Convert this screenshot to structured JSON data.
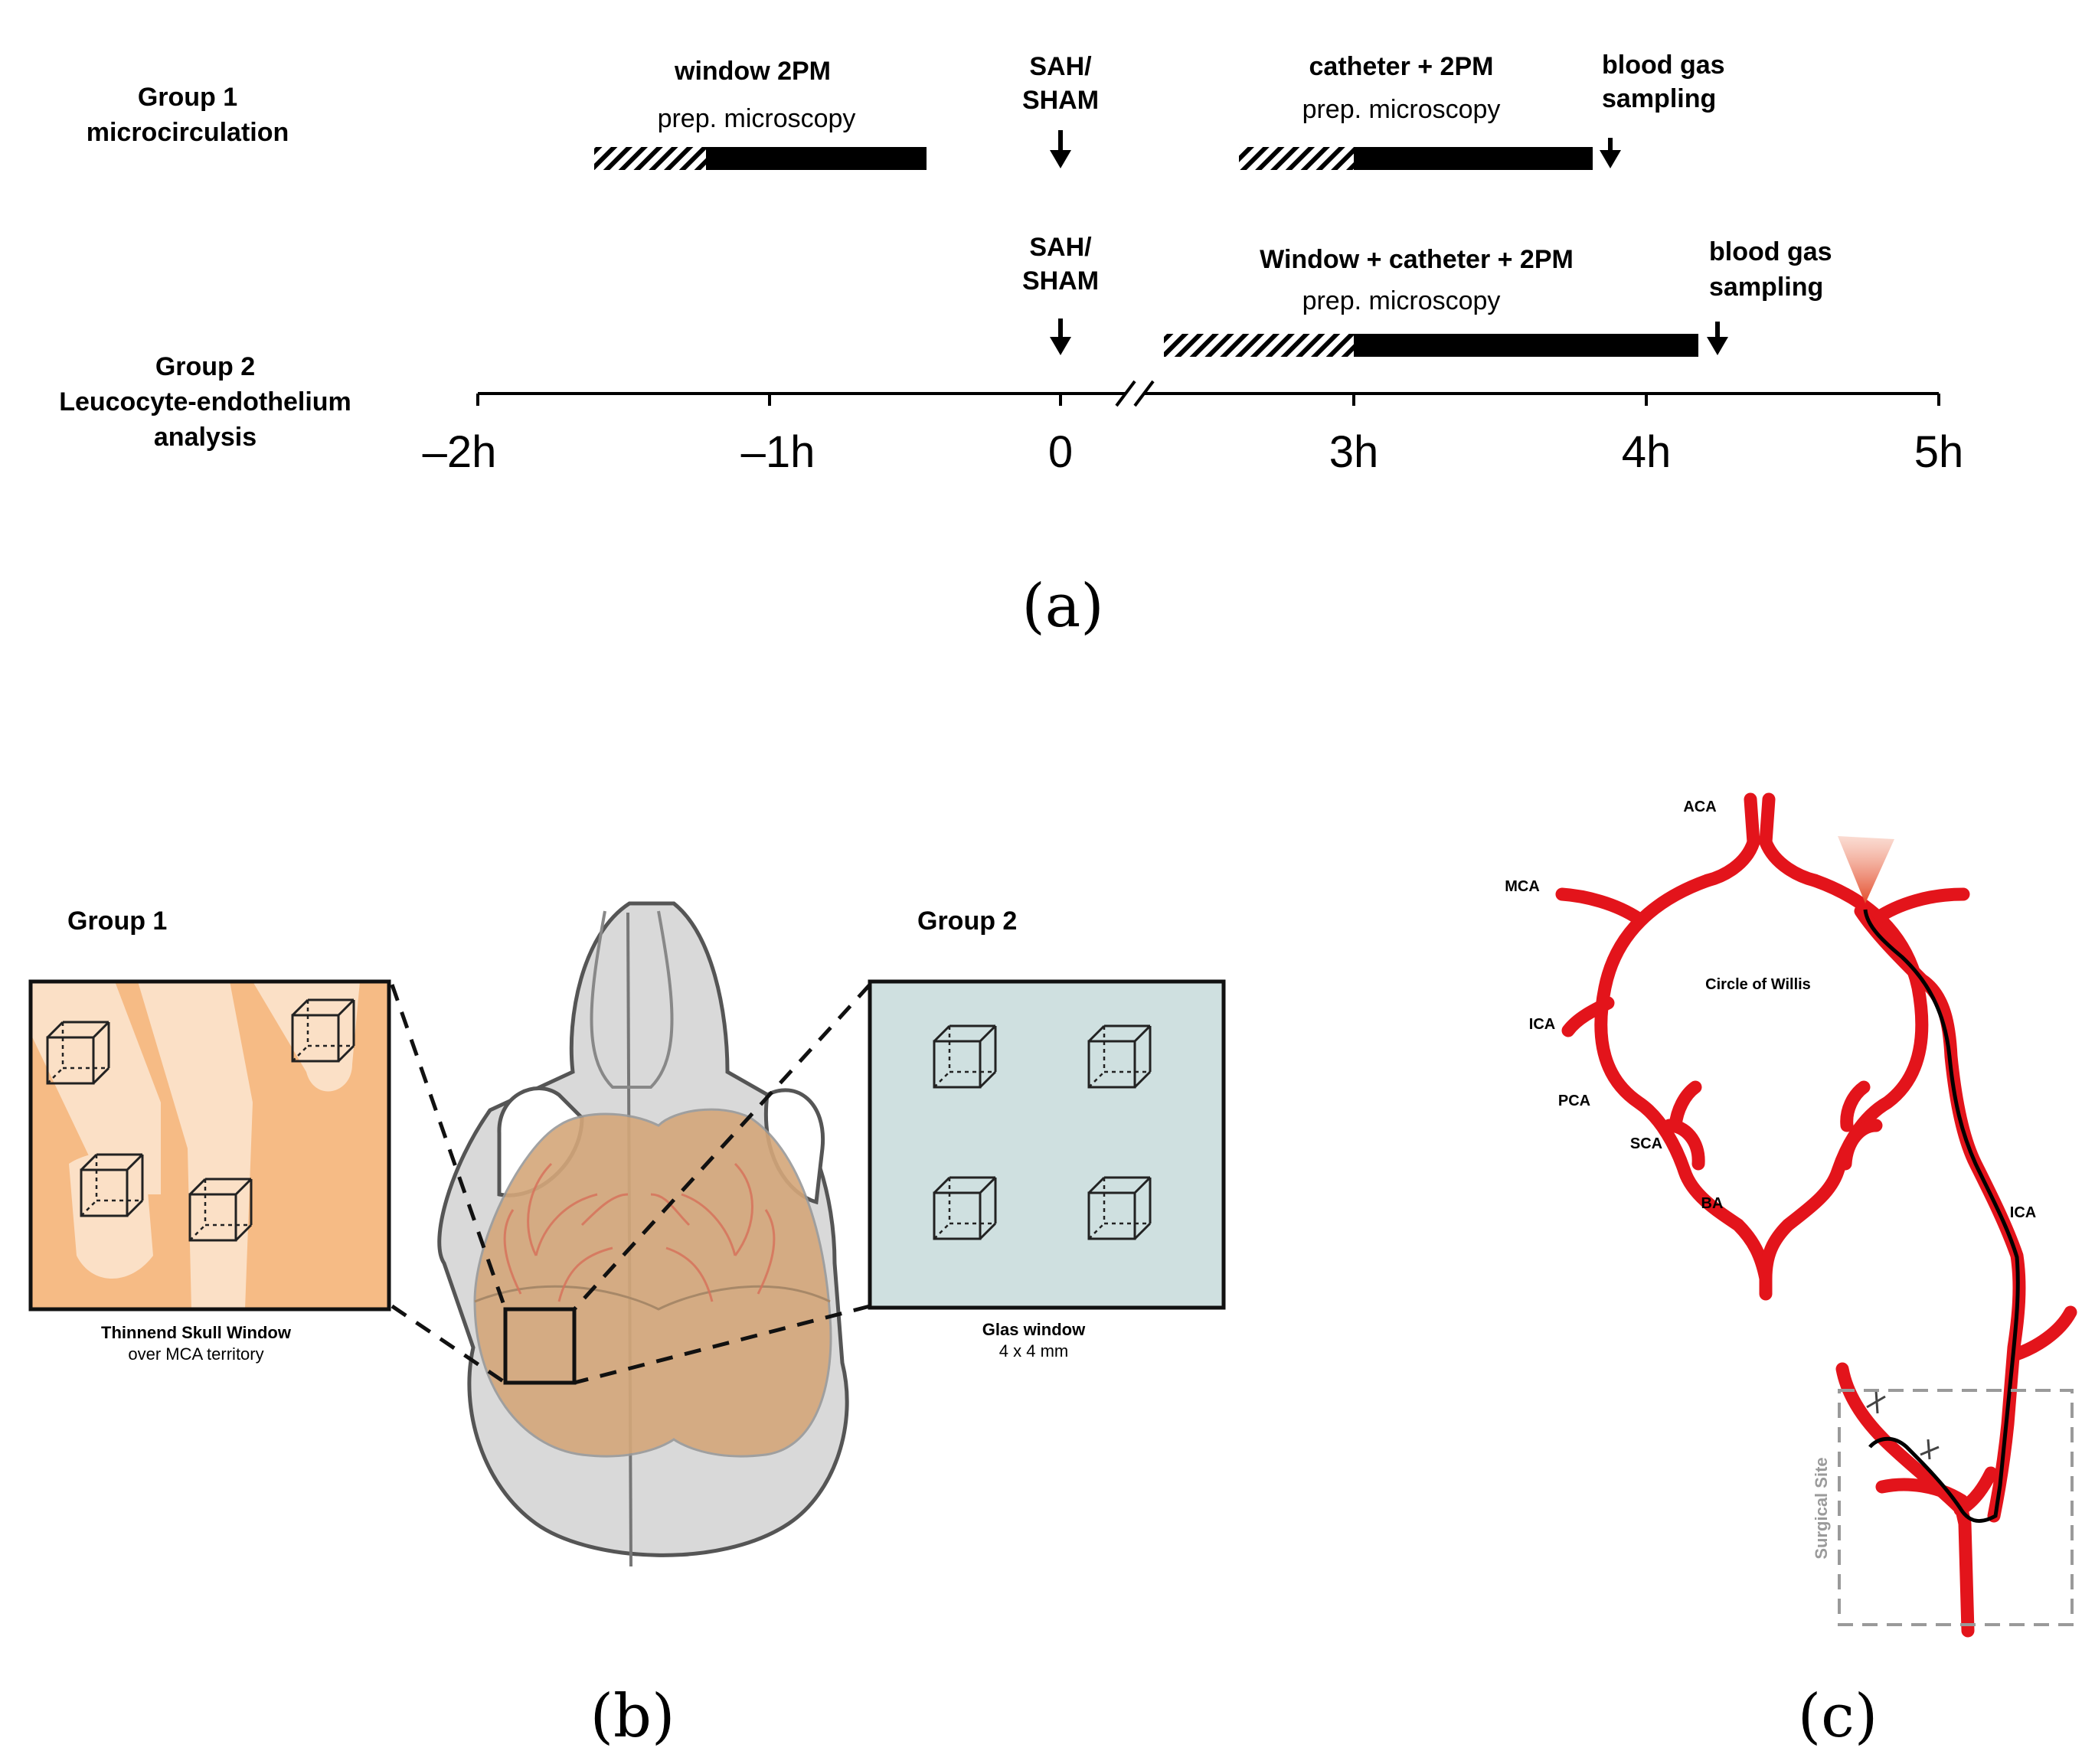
{
  "panel_a": {
    "group1_label": [
      "Group 1",
      "microcirculation"
    ],
    "group2_label": [
      "Group 2",
      "Leucocyte-endothelium",
      "analysis"
    ],
    "g1_window_title": "window 2PM",
    "g1_window_sub": "prep. microscopy",
    "g1_sah": [
      "SAH/",
      "SHAM"
    ],
    "g1_catheter_title": "catheter + 2PM",
    "g1_catheter_sub": "prep. microscopy",
    "g1_bloodgas": [
      "blood gas",
      "sampling"
    ],
    "g2_sah": [
      "SAH/",
      "SHAM"
    ],
    "g2_window_title": "Window + catheter + 2PM",
    "g2_window_sub": "prep. microscopy",
    "g2_bloodgas": [
      "blood gas",
      "sampling"
    ],
    "ticks": [
      "–2h",
      "–1h",
      "0",
      "3h",
      "4h",
      "5h"
    ],
    "caption": "(a)"
  },
  "panel_b": {
    "group1_title": "Group 1",
    "group2_title": "Group 2",
    "g1_caption": [
      "Thinnend Skull Window",
      "over MCA territory"
    ],
    "g2_caption": [
      "Glas window",
      "4 x 4 mm"
    ],
    "caption": "(b)",
    "colors": {
      "skull_window": "#f6bb85",
      "glass_window": "#cfe0e0",
      "brain": "#d4a77a",
      "skull": "#d9d9d9"
    }
  },
  "panel_c": {
    "labels": {
      "aca": "ACA",
      "mca": "MCA",
      "circle": "Circle of Willis",
      "ica_left": "ICA",
      "pca": "PCA",
      "sca": "SCA",
      "ba": "BA",
      "ica_right": "ICA",
      "surgical": "Surgical Site"
    },
    "caption": "(c)",
    "colors": {
      "artery": "#e3141b",
      "catheter": "#000000",
      "surgical_box": "#9a9a9a"
    }
  }
}
